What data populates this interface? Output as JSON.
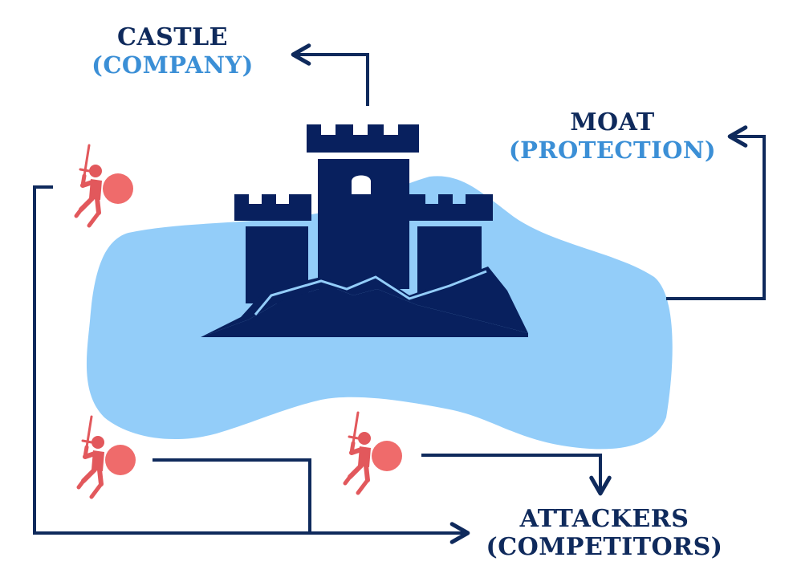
{
  "labels": {
    "castle": {
      "title": "CASTLE",
      "subtitle": "(COMPANY)"
    },
    "moat": {
      "title": "MOAT",
      "subtitle": "(PROTECTION)"
    },
    "attackers": {
      "title": "ATTACKERS",
      "subtitle": "(COMPETITORS)"
    }
  },
  "colors": {
    "navy": "#0f2a5c",
    "castle_fill": "#08205e",
    "moat_fill": "#93cdf9",
    "attacker_red": "#e2585c",
    "shield_fill": "#ef6b6b",
    "subtitle_blue": "#3b8fd6"
  },
  "icons": [
    "castle-icon",
    "attacker-icon"
  ]
}
